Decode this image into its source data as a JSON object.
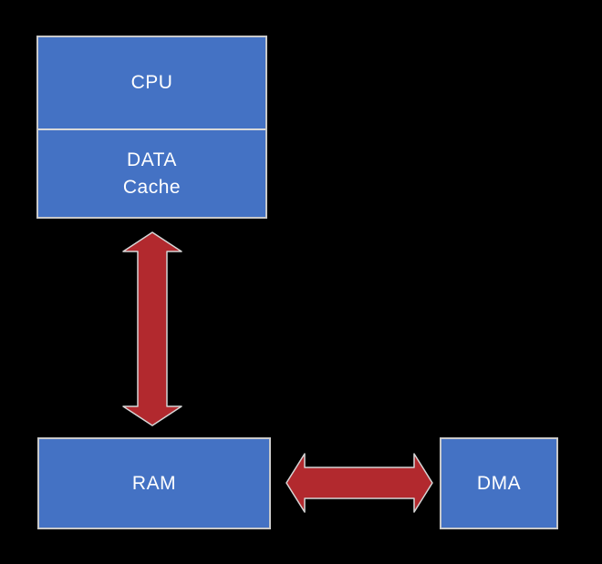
{
  "diagram": {
    "nodes": {
      "cpu": {
        "label": "CPU"
      },
      "data_cache": {
        "label_line1": "DATA",
        "label_line2": "Cache"
      },
      "ram": {
        "label": "RAM"
      },
      "dma": {
        "label": "DMA"
      }
    },
    "connections": [
      {
        "from": "CPU / DATA Cache",
        "to": "RAM",
        "type": "bidirectional-arrow",
        "orientation": "vertical"
      },
      {
        "from": "RAM",
        "to": "DMA",
        "type": "bidirectional-arrow",
        "orientation": "horizontal"
      }
    ]
  },
  "colors": {
    "background": "#000000",
    "node_fill": "#4472C4",
    "node_border": "#C9C9C9",
    "divider": "#D9D9D9",
    "text": "#FFFFFF",
    "arrow_fill": "#B2292E",
    "arrow_stroke": "#D6D6D6"
  }
}
